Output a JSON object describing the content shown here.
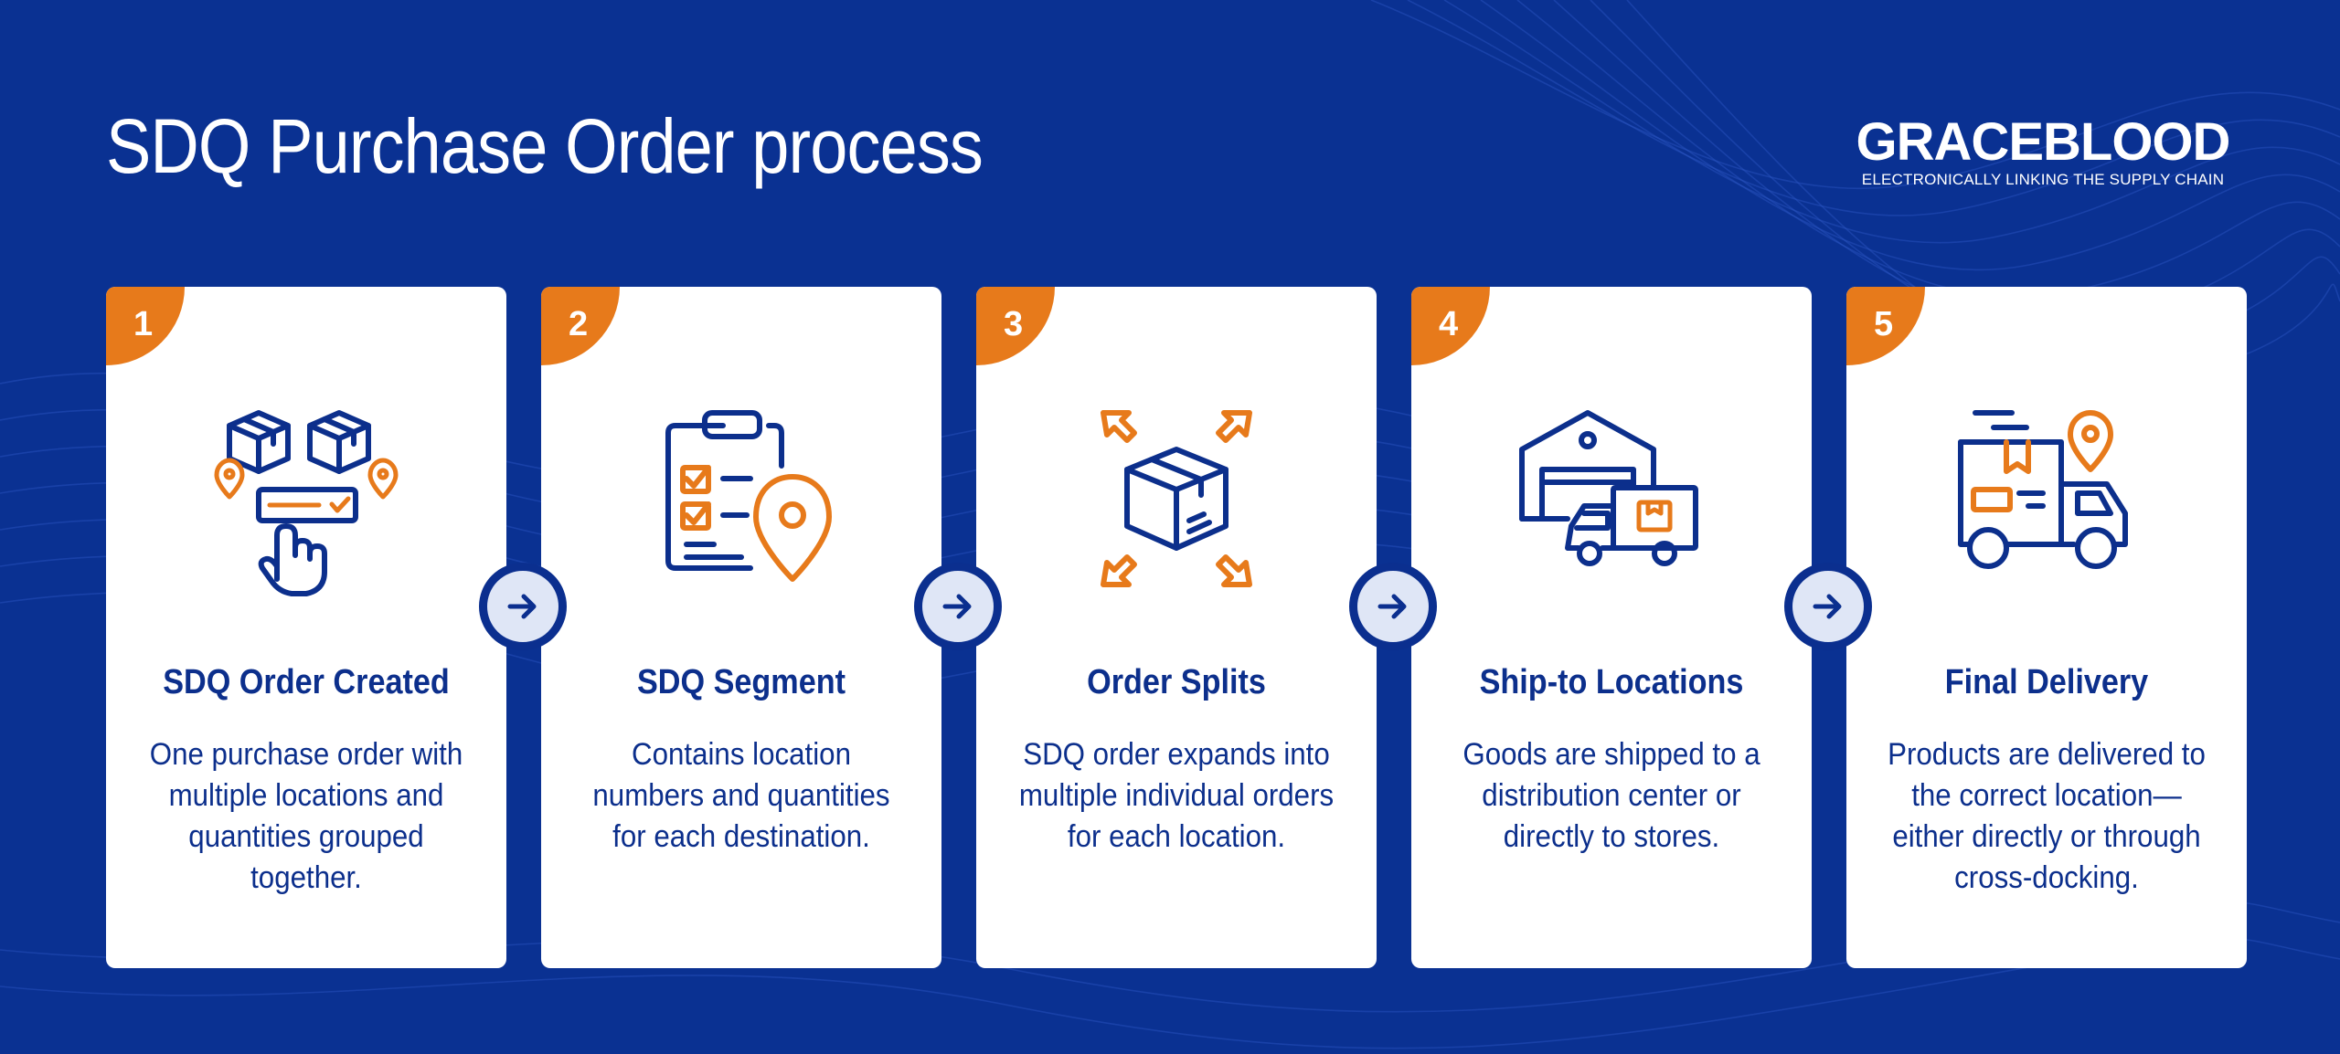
{
  "title": "SDQ Purchase Order process",
  "logo": {
    "wordmark": "GRACEBLOOD",
    "tagline": "ELECTRONICALLY LINKING THE SUPPLY CHAIN"
  },
  "colors": {
    "background": "#0a3192",
    "card": "#ffffff",
    "accent_orange": "#e77a1b",
    "navy": "#0c2f8c",
    "arrow_circle": "#dfe6f6"
  },
  "steps": [
    {
      "number": "1",
      "title": "SDQ Order Created",
      "description": "One purchase order with multiple locations and quantities grouped together.",
      "icon": "boxes-with-pins-order-click-icon"
    },
    {
      "number": "2",
      "title": "SDQ Segment",
      "description": "Contains location numbers and quantities for each destination.",
      "icon": "clipboard-checklist-location-pin-icon"
    },
    {
      "number": "3",
      "title": "Order Splits",
      "description": "SDQ order expands into multiple individual orders for each location.",
      "icon": "box-with-outward-arrows-icon"
    },
    {
      "number": "4",
      "title": "Ship-to Locations",
      "description": "Goods are shipped to a distribution center or directly to stores.",
      "icon": "warehouse-and-truck-icon"
    },
    {
      "number": "5",
      "title": "Final Delivery",
      "description": "Products are delivered to the correct location—either directly or through cross-docking.",
      "icon": "delivery-truck-with-pin-icon"
    }
  ],
  "connectors": [
    "arrow-right-icon",
    "arrow-right-icon",
    "arrow-right-icon",
    "arrow-right-icon"
  ]
}
